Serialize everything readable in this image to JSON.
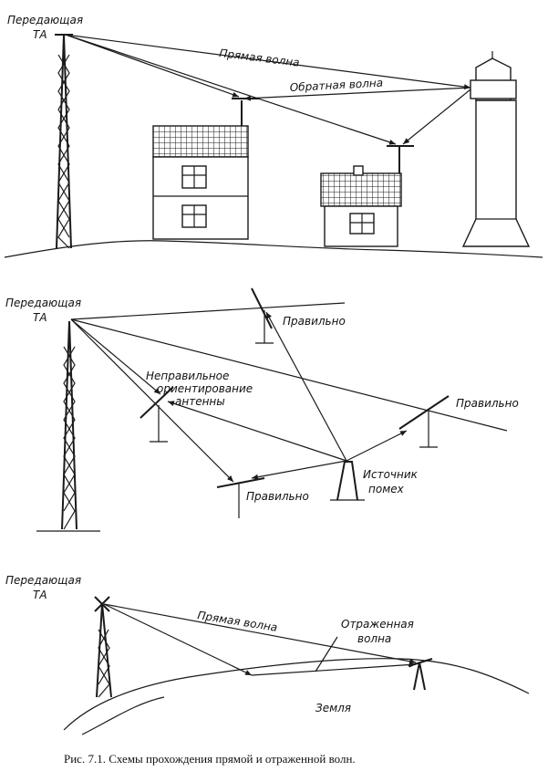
{
  "figure1": {
    "transmitter": [
      "Передающая",
      "ТА"
    ],
    "direct_wave": "Прямая волна",
    "reverse_wave": "Обратная волна"
  },
  "figure2": {
    "transmitter": [
      "Передающая",
      "ТА"
    ],
    "correct_1": "Правильно",
    "correct_2": "Правильно",
    "correct_3": "Правильно",
    "wrong": [
      "Неправильное",
      "ориентирование",
      "антенны"
    ],
    "interference": [
      "Источник",
      "помех"
    ]
  },
  "figure3": {
    "transmitter": [
      "Передающая",
      "ТА"
    ],
    "direct_wave": "Прямая волна",
    "reflected_wave": [
      "Отраженная",
      "волна"
    ],
    "ground": "Земля"
  },
  "caption": "Рис. 7.1. Схемы прохождения прямой и отраженной волн."
}
